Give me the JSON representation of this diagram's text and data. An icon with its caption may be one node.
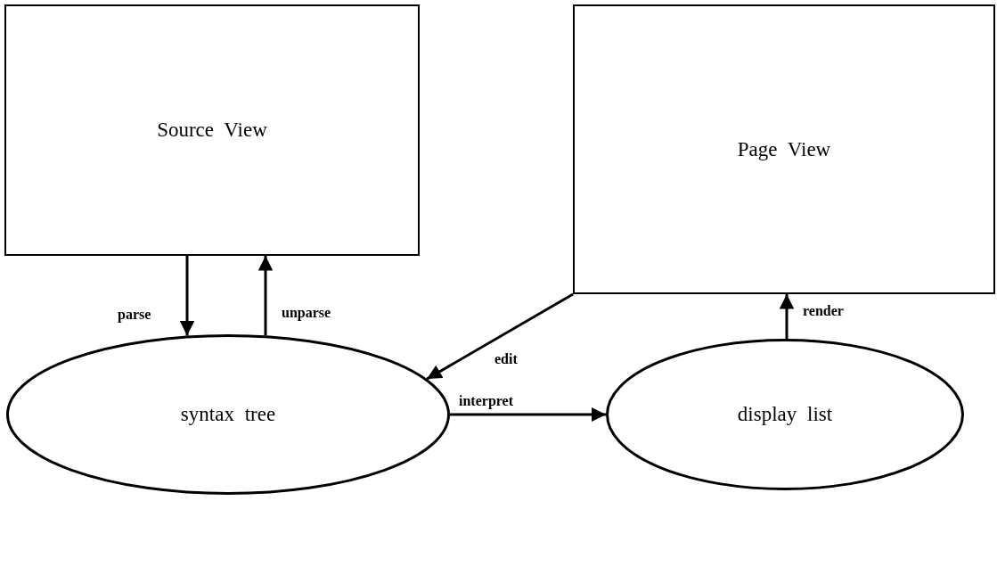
{
  "diagram": {
    "nodes": [
      {
        "text": [
          "Source View"
        ]
      },
      {
        "text": [
          "Page View"
        ]
      },
      {
        "text": [
          "syntax tree"
        ]
      },
      {
        "text": [
          "display list"
        ]
      }
    ],
    "edges": [
      {
        "from": 0,
        "to": 2,
        "arrow": "to",
        "label": "parse"
      },
      {
        "from": 2,
        "to": 0,
        "arrow": "to",
        "label": "unparse"
      },
      {
        "from": 1,
        "to": 2,
        "arrow": "to",
        "label": "edit"
      },
      {
        "from": 2,
        "to": 3,
        "arrow": "to",
        "label": "interpret"
      },
      {
        "from": 3,
        "to": 1,
        "arrow": "to",
        "label": "render"
      }
    ]
  }
}
